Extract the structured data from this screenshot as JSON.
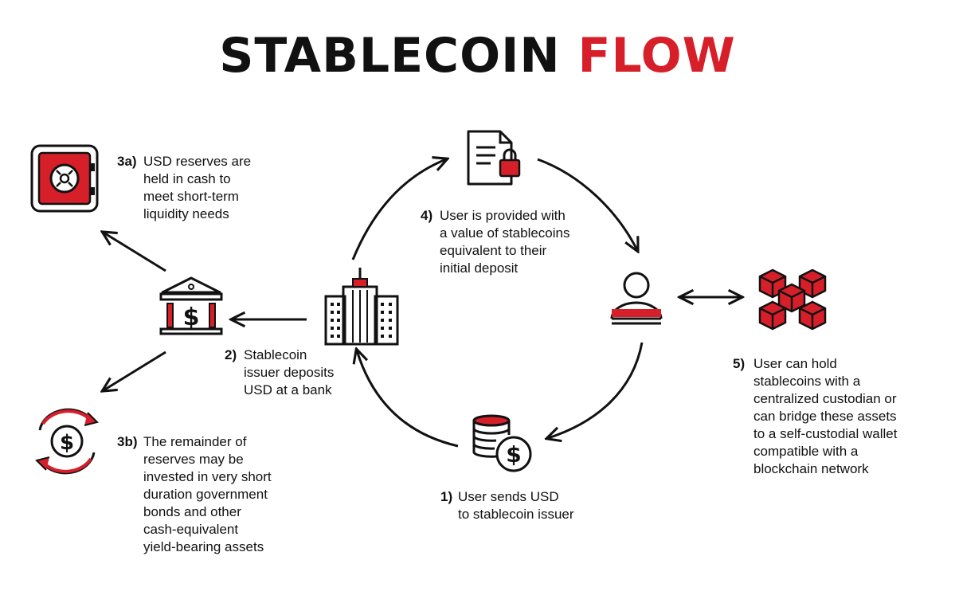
{
  "title": {
    "main": "STABLECOIN",
    "accent": "FLOW"
  },
  "colors": {
    "accent": "#d71f2a",
    "ink": "#111111",
    "background": "#ffffff"
  },
  "steps": [
    {
      "id": "1",
      "number": "1)",
      "text": "User sends USD\nto stablecoin issuer"
    },
    {
      "id": "2",
      "number": "2)",
      "text": "Stablecoin\nissuer deposits\nUSD at a bank"
    },
    {
      "id": "3a",
      "number": "3a)",
      "text": "USD reserves are\nheld in cash to\nmeet short-term\nliquidity needs"
    },
    {
      "id": "3b",
      "number": "3b)",
      "text": "The remainder of\nreserves may be\ninvested in very short\nduration government\nbonds and other\ncash-equivalent\nyield-bearing assets"
    },
    {
      "id": "4",
      "number": "4)",
      "text": "User is provided with\na value of stablecoins\nequivalent to their\ninitial deposit"
    },
    {
      "id": "5",
      "number": "5)",
      "text": "User can hold\nstablecoins with a\ncentralized custodian or\ncan bridge these assets\nto a self-custodial wallet\ncompatible with a\nblockchain network"
    }
  ],
  "icons": {
    "safe": "safe-icon",
    "bank": "bank-icon",
    "building": "issuer-building-icon",
    "document": "locked-document-icon",
    "user": "user-icon",
    "blockchain": "blockchain-network-icon",
    "coins": "coin-stack-dollar-icon",
    "cycle": "dollar-cycle-icon"
  }
}
